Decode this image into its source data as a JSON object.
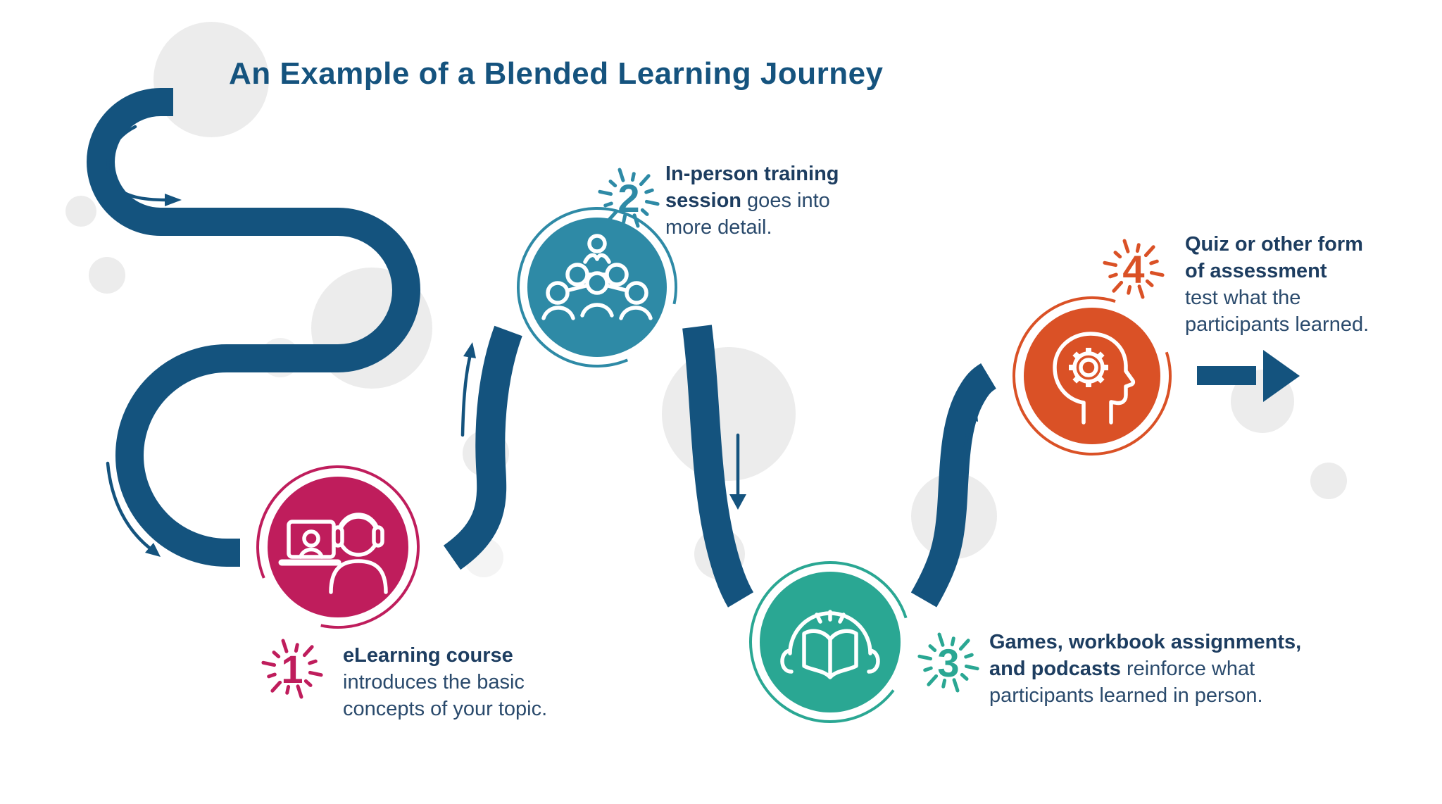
{
  "title": "An Example of a Blended Learning Journey",
  "colors": {
    "path_blue": "#14537E",
    "title_blue": "#15537E",
    "text_bold": "#1D3D60",
    "text_regular": "#2A4A6C",
    "step1_pink": "#BF1D5C",
    "step2_teal_blue": "#2E8AA6",
    "step3_teal_green": "#2AA793",
    "step4_orange": "#DA5126",
    "decor_gray": "#ECECEC"
  },
  "steps": [
    {
      "number": "1",
      "icon": "online-learning-laptop-headphones-icon",
      "lines": [
        {
          "b": "eLearning course",
          "r": ""
        },
        {
          "b": "",
          "r": "introduces the basic"
        },
        {
          "b": "",
          "r": "concepts of your topic."
        }
      ]
    },
    {
      "number": "2",
      "icon": "in-person-training-group-icon",
      "lines": [
        {
          "b": "In-person training",
          "r": ""
        },
        {
          "b": "session",
          "r": " goes into"
        },
        {
          "b": "",
          "r": "more detail."
        }
      ]
    },
    {
      "number": "3",
      "icon": "podcast-headphones-book-icon",
      "lines": [
        {
          "b": "Games, workbook assignments,",
          "r": ""
        },
        {
          "b": "and podcasts",
          "r": " reinforce what"
        },
        {
          "b": "",
          "r": "participants learned in person."
        }
      ]
    },
    {
      "number": "4",
      "icon": "assessment-head-gear-icon",
      "lines": [
        {
          "b": "Quiz or other form",
          "r": ""
        },
        {
          "b": "of assessment",
          "r": ""
        },
        {
          "b": "",
          "r": "test what the"
        },
        {
          "b": "",
          "r": "participants learned."
        }
      ]
    }
  ]
}
